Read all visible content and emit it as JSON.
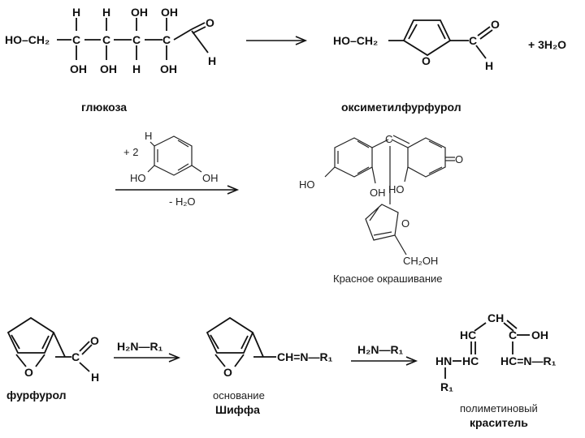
{
  "reaction1": {
    "glucose_caption": "глюкоза",
    "hmf_caption": "оксиметилфурфурол",
    "byproduct": "+ 3H₂O",
    "glucose_chain_start": "HO–CH₂",
    "hmf_prefix": "HO–CH₂"
  },
  "reaction2": {
    "reagent_coefficient": "+ 2",
    "minus_water": "- H₂O",
    "product_caption": "Красное окрашивание",
    "ch2oh": "CH₂OH"
  },
  "reaction3": {
    "furfural_caption": "фурфурол",
    "reagent1": "H₂N—R₁",
    "reagent2": "H₂N—R₁",
    "schiff_line1": "основание",
    "schiff_line2": "Шиффа",
    "schiff_group": "CH=N—R₁",
    "dye_line1": "полиметиновый",
    "dye_line2": "краситель",
    "r1": "R₁",
    "hn": "HN",
    "hc1": "HC",
    "hc2": "HC",
    "ch": "CH",
    "oh": "OH",
    "hcn": "HC=N—R₁"
  },
  "atoms": {
    "H": "H",
    "O": "O",
    "C": "C",
    "OH": "OH",
    "HO": "HO"
  }
}
